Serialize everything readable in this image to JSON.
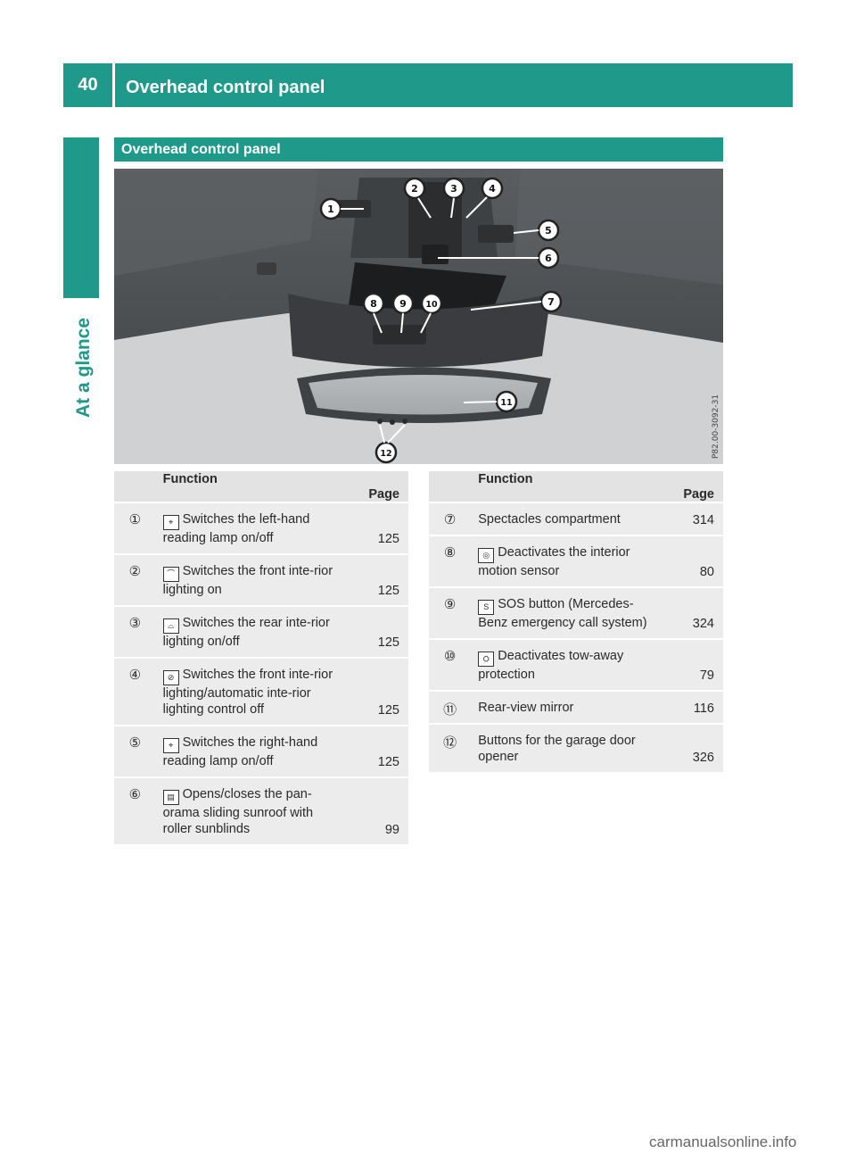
{
  "header": {
    "page_number": "40",
    "title": "Overhead control panel"
  },
  "side": {
    "label": "At a glance"
  },
  "section": {
    "title": "Overhead control panel"
  },
  "figure": {
    "code": "P82.00-3092-31",
    "callouts": [
      "1",
      "2",
      "3",
      "4",
      "5",
      "6",
      "7",
      "8",
      "9",
      "10",
      "11",
      "12"
    ]
  },
  "table_left": {
    "headers": {
      "function": "Function",
      "page": "Page"
    },
    "rows": [
      {
        "num": "①",
        "icon": "reading-lamp-icon",
        "text": "Switches the left-hand reading lamp on/off",
        "page": "125"
      },
      {
        "num": "②",
        "icon": "front-interior-light-icon",
        "text": "Switches the front inte-rior lighting on",
        "page": "125"
      },
      {
        "num": "③",
        "icon": "rear-interior-light-icon",
        "text": "Switches the rear inte-rior lighting on/off",
        "page": "125"
      },
      {
        "num": "④",
        "icon": "interior-light-off-icon",
        "text": "Switches the front inte-rior lighting/automatic inte-rior lighting control off",
        "page": "125"
      },
      {
        "num": "⑤",
        "icon": "reading-lamp-icon",
        "text": "Switches the right-hand reading lamp on/off",
        "page": "125"
      },
      {
        "num": "⑥",
        "icon": "sunroof-icon",
        "text": "Opens/closes the pan-orama sliding sunroof with roller sunblinds",
        "page": "99"
      }
    ]
  },
  "table_right": {
    "headers": {
      "function": "Function",
      "page": "Page"
    },
    "rows": [
      {
        "num": "⑦",
        "icon": "",
        "text": "Spectacles compartment",
        "page": "314"
      },
      {
        "num": "⑧",
        "icon": "motion-sensor-off-icon",
        "text": "Deactivates the interior motion sensor",
        "page": "80"
      },
      {
        "num": "⑨",
        "icon": "sos-icon",
        "text": "SOS button (Mercedes-Benz emergency call system)",
        "page": "324"
      },
      {
        "num": "⑩",
        "icon": "tow-away-off-icon",
        "text": "Deactivates tow-away protection",
        "page": "79"
      },
      {
        "num": "⑪",
        "icon": "",
        "text": "Rear-view mirror",
        "page": "116"
      },
      {
        "num": "⑫",
        "icon": "",
        "text": "Buttons for the garage door opener",
        "page": "326"
      }
    ]
  },
  "footer": {
    "watermark": "carmanualsonline.info"
  }
}
